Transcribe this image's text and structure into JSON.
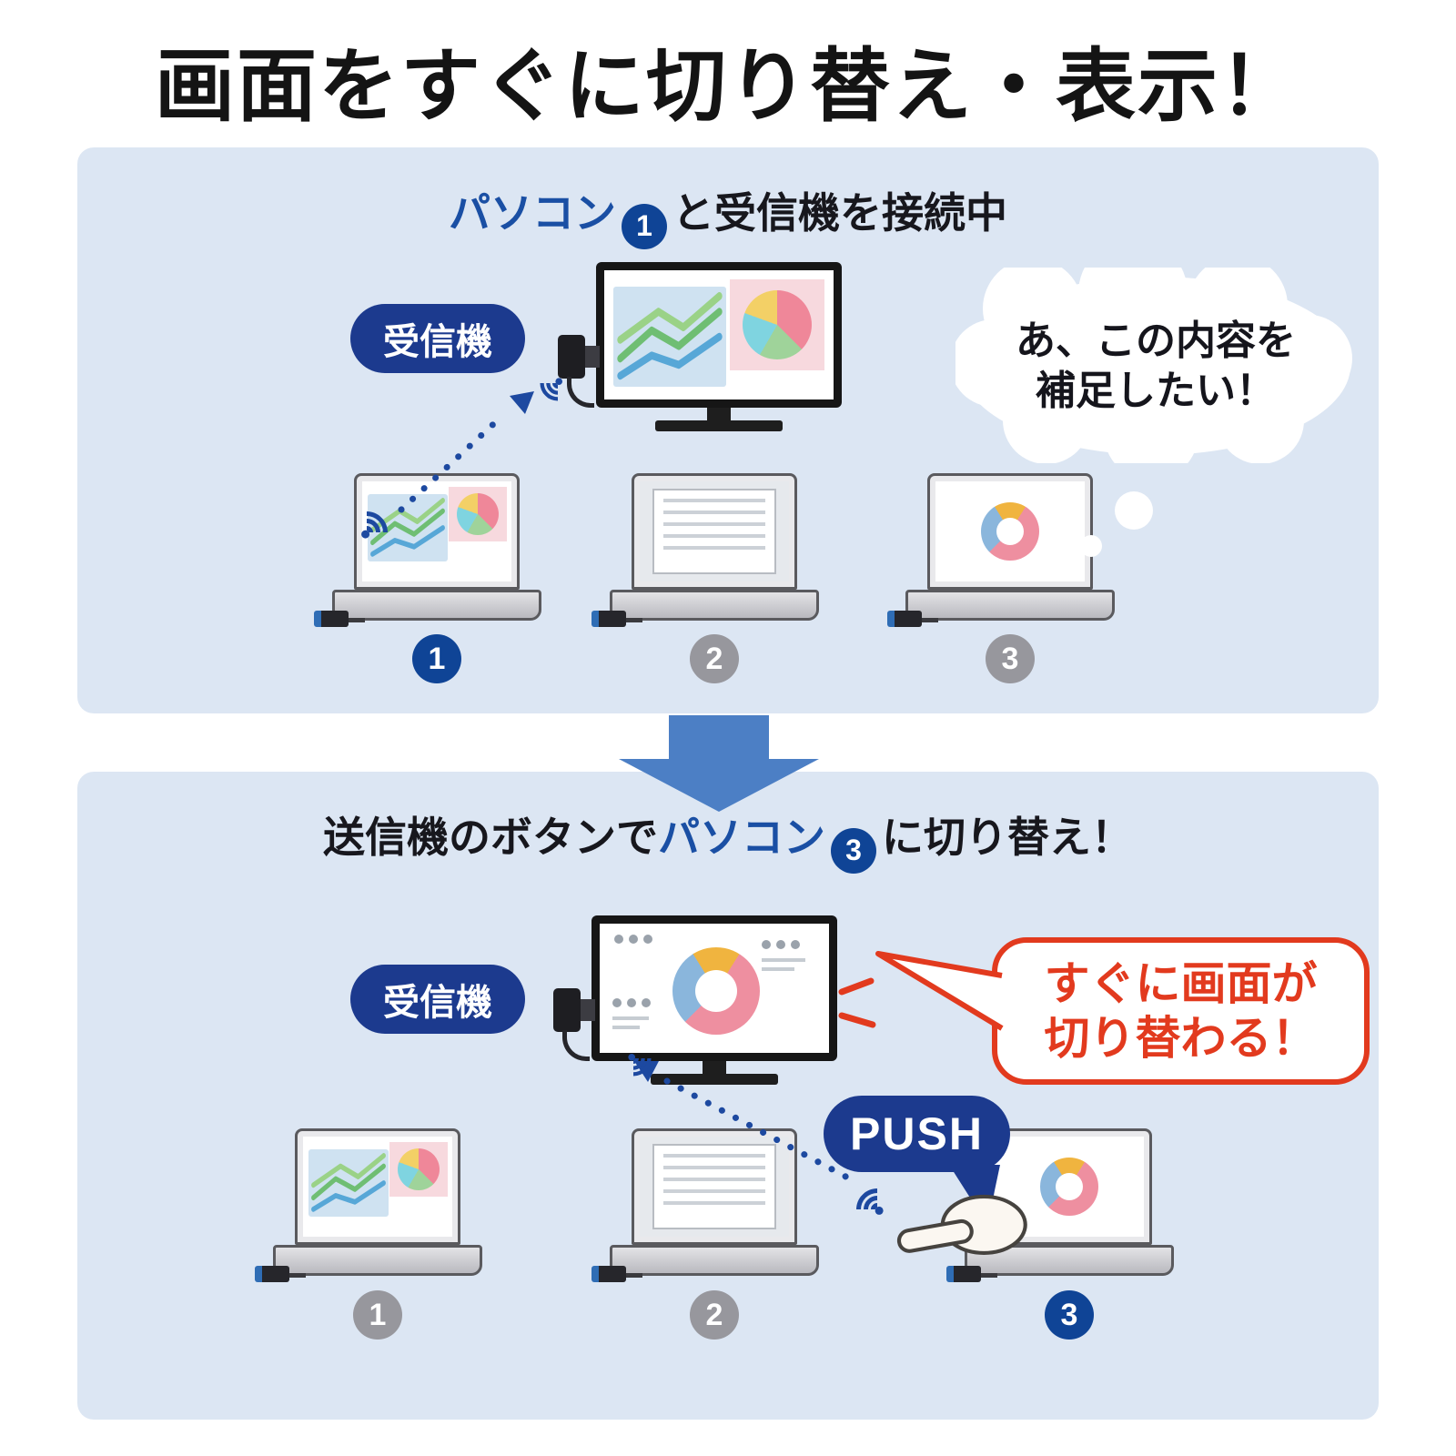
{
  "title": "画面をすぐに切り替え・表示！",
  "colors": {
    "accent_blue": "#1a4fa4",
    "badge_blue": "#0f4496",
    "badge_gray": "#97979d",
    "panel_bg": "#dce6f3",
    "alert_red": "#e23a1e",
    "deep_blue": "#1c3a8e"
  },
  "panel1": {
    "header": {
      "pc_label": "パソコン",
      "pc_number": "1",
      "suffix": "と受信機を接続中"
    },
    "receiver_label": "受信機",
    "thought_bubble": {
      "line1": "あ、この内容を",
      "line2": "補足したい！"
    },
    "laptop_badges": [
      "1",
      "2",
      "3"
    ]
  },
  "panel2": {
    "header": {
      "prefix": "送信機のボタンで",
      "pc_label": "パソコン",
      "pc_number": "3",
      "suffix": "に切り替え！"
    },
    "receiver_label": "受信機",
    "speech_bubble": {
      "line1": "すぐに画面が",
      "line2": "切り替わる！"
    },
    "push_label": "PUSH",
    "laptop_badges": [
      "1",
      "2",
      "3"
    ]
  }
}
